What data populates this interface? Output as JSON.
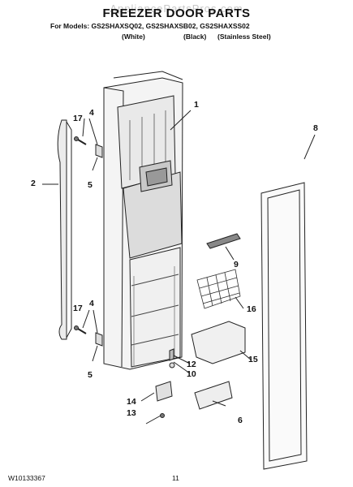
{
  "header": {
    "watermark": "AppliancePartsPros.com",
    "title": "FREEZER DOOR PARTS",
    "models_line": "For Models: GS2SHAXSQ02, GS2SHAXSB02, GS2SHAXSS02",
    "variants": [
      "(White)",
      "(Black)",
      "(Stainless Steel)"
    ]
  },
  "callouts": [
    "1",
    "2",
    "4",
    "4",
    "5",
    "5",
    "6",
    "8",
    "9",
    "10",
    "12",
    "13",
    "14",
    "15",
    "16",
    "17",
    "17"
  ],
  "footer": {
    "doc_number": "W10133367",
    "page_number": "11"
  }
}
